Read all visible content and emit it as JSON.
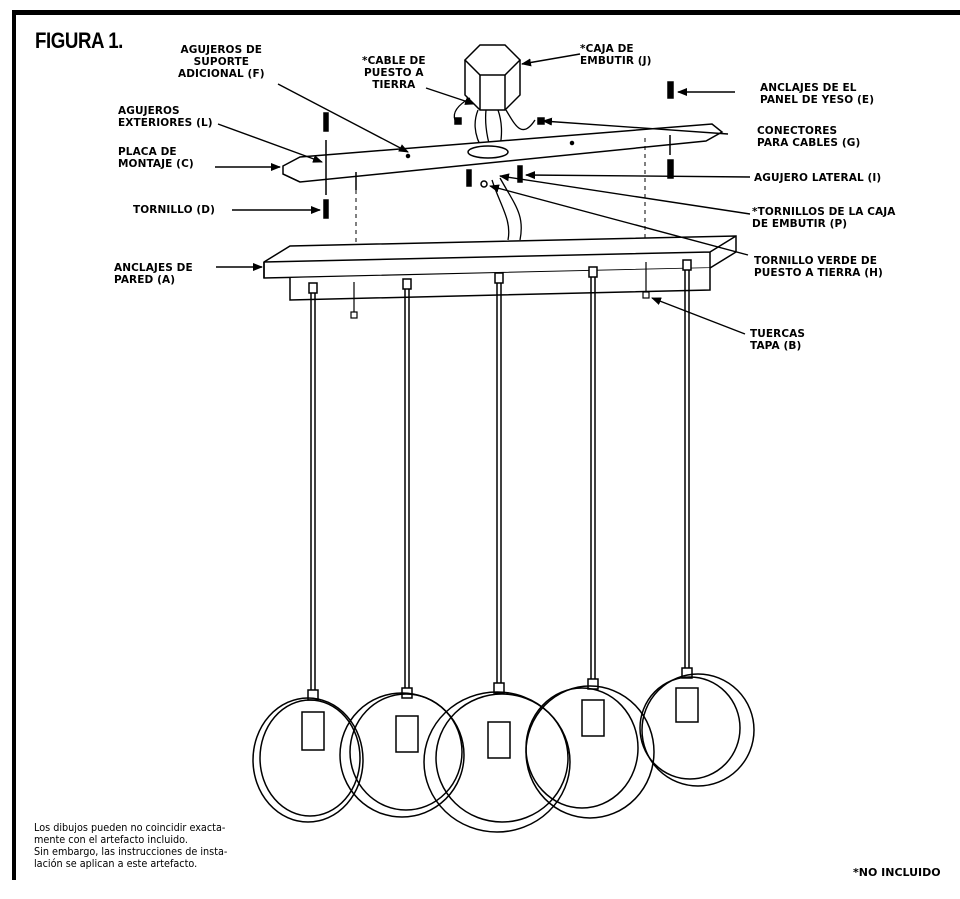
{
  "figure_title": "FIGURA 1.",
  "labels": {
    "agujeros_soporte": "AGUJEROS DE\nSUPORTE\nADICIONAL (F)",
    "cable_tierra": "*CABLE DE\nPUESTO A\nTIERRA",
    "caja_embutir": "*CAJA DE\nEMBUTIR (J)",
    "anclajes_yeso": "ANCLAJES DE EL\nPANEL DE YESO (E)",
    "agujeros_exteriores": "AGUJEROS\nEXTERIORES (L)",
    "conectores": "CONECTORES\nPARA CABLES (G)",
    "placa_montaje": "PLACA DE\nMONTAJE (C)",
    "agujero_lateral": "AGUJERO LATERAL (I)",
    "tornillo": "TORNILLO (D)",
    "tornillos_caja": "*TORNILLOS DE LA CAJA\nDE EMBUTIR (P)",
    "anclajes_pared": "ANCLAJES DE\nPARED (A)",
    "tornillo_verde": "TORNILLO VERDE DE\nPUESTO A TIERRA (H)",
    "tuercas_tapa": "TUERCAS\nTAPA (B)"
  },
  "note": "Los dibujos pueden no coincidir exacta-\nmente con el artefacto incluido.\nSin embargo, las instrucciones de insta-\nlación se aplican a este artefacto.",
  "not_included": "*NO INCLUIDO",
  "pendant_count": 5
}
